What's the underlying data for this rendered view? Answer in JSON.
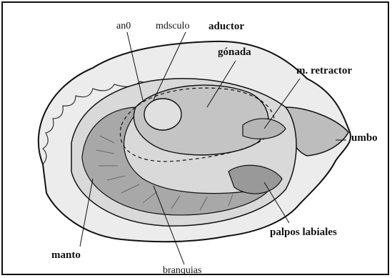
{
  "figure": {
    "labels": {
      "ano": "an0",
      "musculo": "mdsculo",
      "aductor": "aductor",
      "gonada": "gónada",
      "retractor": "m. retractor",
      "umbo": "umbo",
      "palpos": "palpos labiales",
      "manto": "manto",
      "branquias": "branquias"
    },
    "colors": {
      "ink": "#111111",
      "shell": "#e6e6e6",
      "body": "#cfcfcf",
      "gill": "#9a9a9a"
    }
  }
}
